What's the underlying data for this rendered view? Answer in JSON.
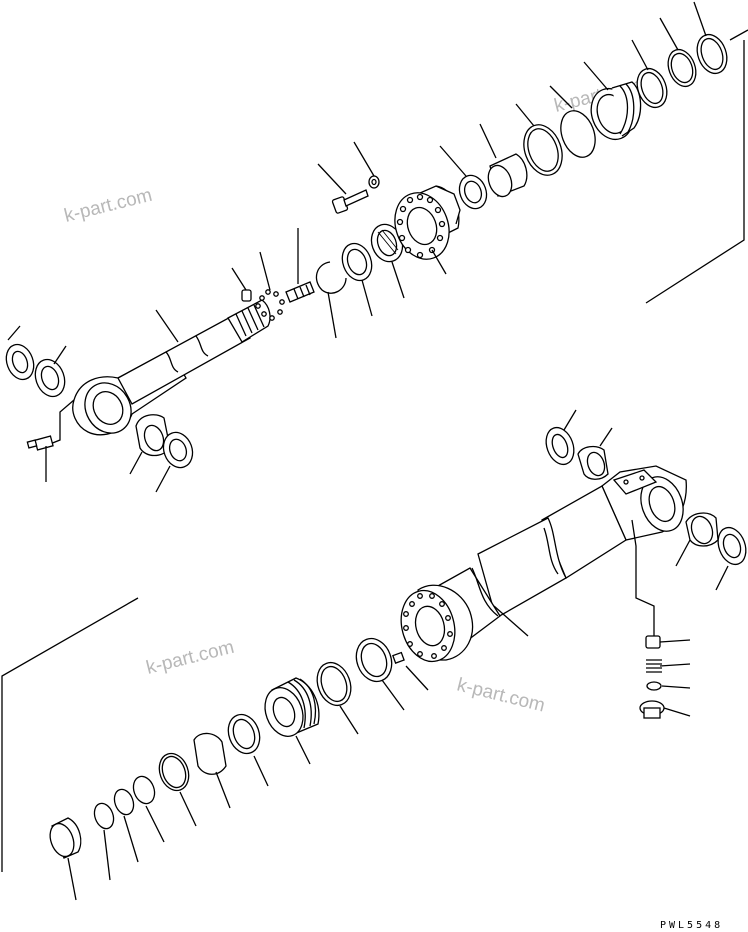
{
  "drawing_code": "PWL5548",
  "watermarks": [
    "k-part.com",
    "k-part.com",
    "k-part.com",
    "k-part.com"
  ],
  "icons": {
    "grease_fitting": "grease-nipple-icon",
    "bolt": "bolt-icon",
    "washer": "washer-icon"
  }
}
